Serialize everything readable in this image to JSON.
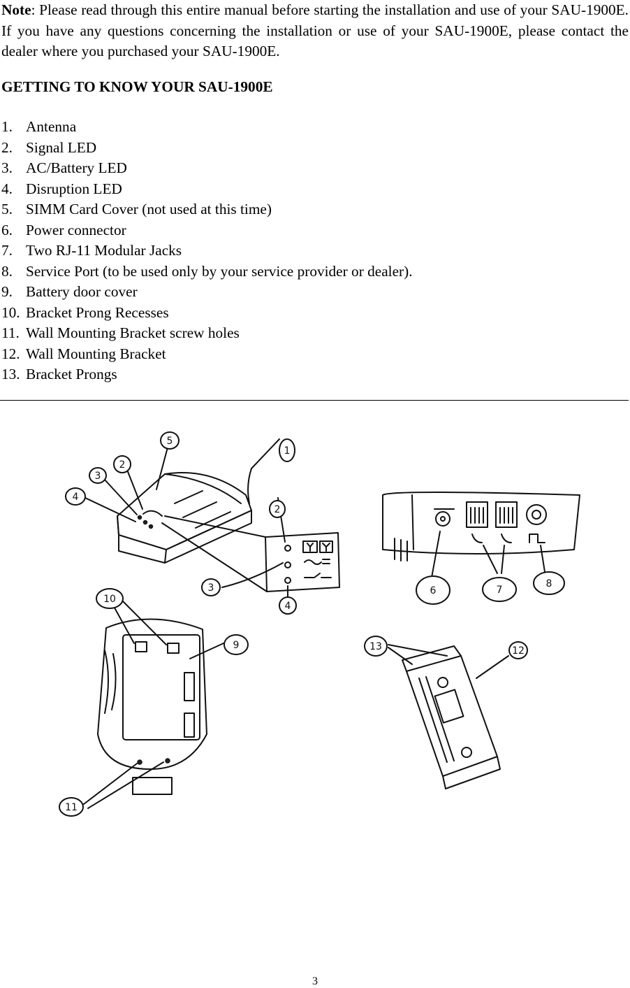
{
  "note": {
    "label": "Note",
    "text": ":  Please read through this entire manual before starting the installation and use of your SAU-1900E.  If you have any questions concerning the installation or use of your SAU-1900E, please contact the dealer where you purchased your SAU-1900E."
  },
  "heading": "GETTING TO KNOW YOUR SAU-1900E",
  "parts": [
    {
      "num": "1.",
      "label": "Antenna"
    },
    {
      "num": "2.",
      "label": "Signal LED"
    },
    {
      "num": "3.",
      "label": "AC/Battery LED"
    },
    {
      "num": "4.",
      "label": "Disruption LED"
    },
    {
      "num": "5.",
      "label": "SIMM Card Cover (not used at this time)"
    },
    {
      "num": "6.",
      "label": "Power connector"
    },
    {
      "num": "7.",
      "label": "Two RJ-11 Modular Jacks"
    },
    {
      "num": "8.",
      "label": "Service Port (to be used only by your service provider or dealer)."
    },
    {
      "num": "9.",
      "label": "Battery door cover"
    },
    {
      "num": "10.",
      "label": "Bracket Prong Recesses"
    },
    {
      "num": "11.",
      "label": "Wall Mounting Bracket screw holes"
    },
    {
      "num": "12.",
      "label": "Wall Mounting Bracket"
    },
    {
      "num": "13.",
      "label": "Bracket Prongs"
    }
  ],
  "figure": {
    "callouts": [
      "5",
      "1",
      "2",
      "3",
      "4",
      "2",
      "3",
      "4",
      "6",
      "7",
      "8",
      "10",
      "9",
      "13",
      "12",
      "11"
    ]
  },
  "page_number": "3"
}
